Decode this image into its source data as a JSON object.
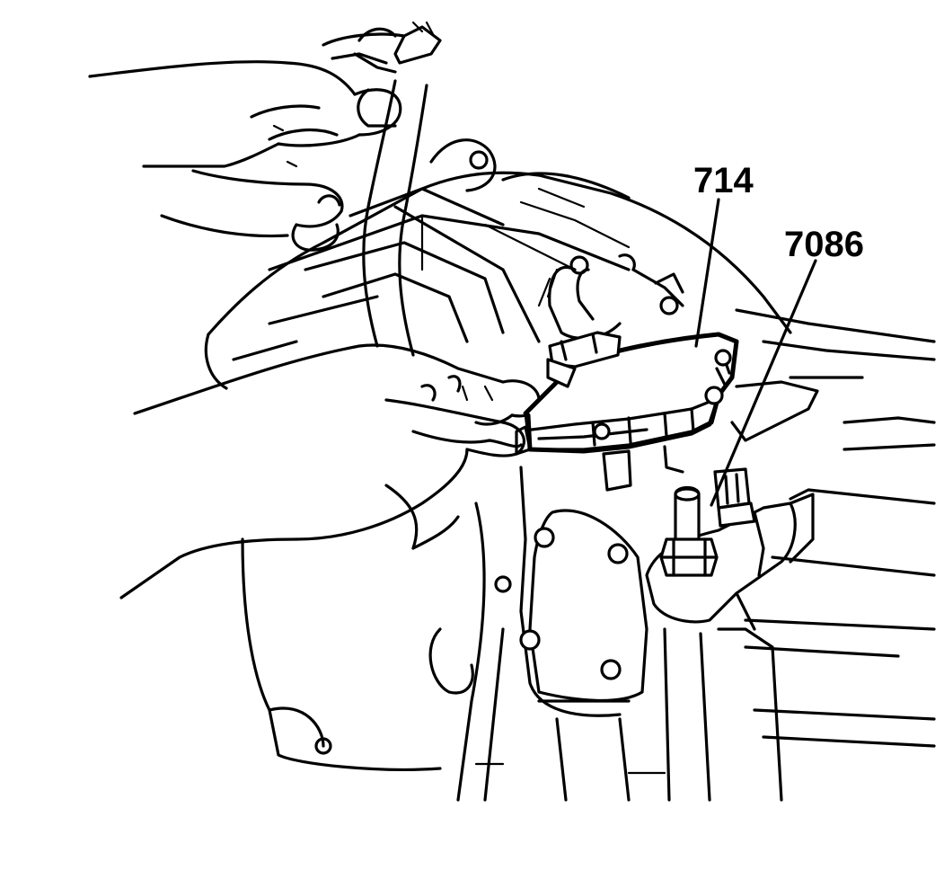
{
  "callouts": [
    {
      "id": "714",
      "label": "714"
    },
    {
      "id": "7086",
      "label": "7086"
    }
  ],
  "style": {
    "ink": "#000000",
    "paper": "#ffffff"
  }
}
